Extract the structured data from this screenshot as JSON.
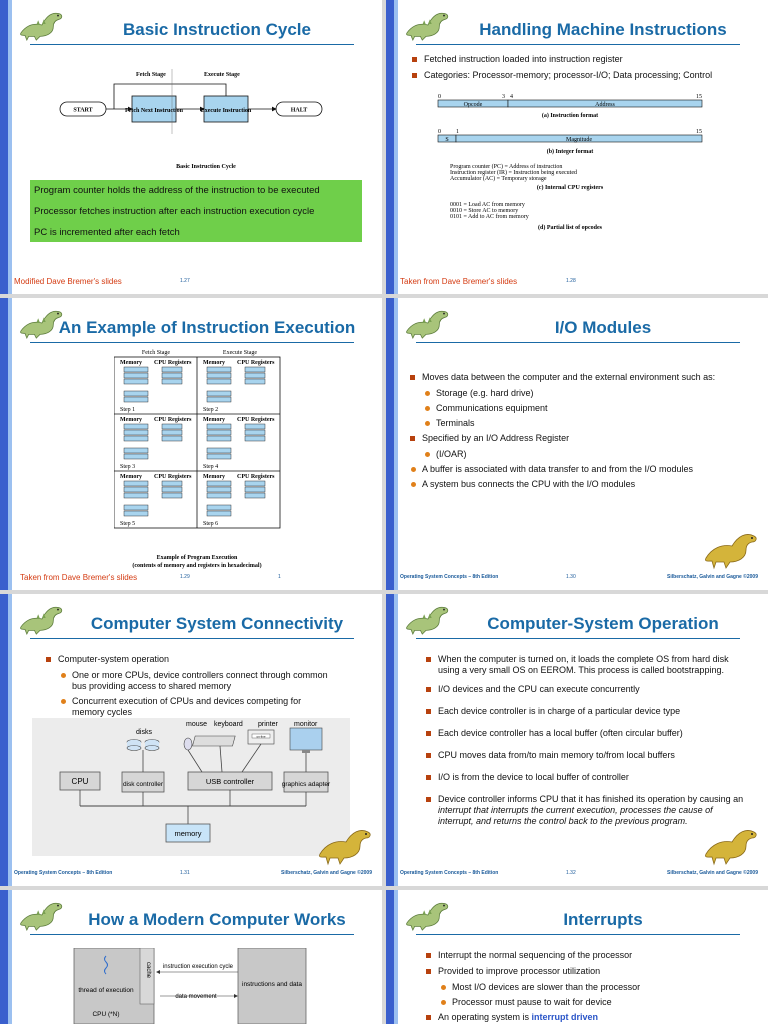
{
  "slides": {
    "s127": {
      "title": "Basic Instruction Cycle",
      "diagram": {
        "fetch_stage": "Fetch Stage",
        "execute_stage": "Execute Stage",
        "start": "START",
        "fetch_box": "Fetch Next Instruction",
        "execute_box": "Execute Instruction",
        "halt": "HALT",
        "caption": "Basic Instruction Cycle"
      },
      "points": [
        "Program counter holds the address of the instruction to be executed",
        "Processor fetches instruction after each instruction execution cycle",
        "PC is incremented after each fetch"
      ],
      "footer_left": "Modified Dave Bremer's slides",
      "page": "1.27"
    },
    "s128": {
      "title": "Handling Machine Instructions",
      "bullets": [
        "Fetched instruction loaded into instruction register",
        "Categories: Processor-memory; processor-I/O; Data processing; Control"
      ],
      "figure": {
        "instr_bits": [
          "0",
          "3",
          "4",
          "15"
        ],
        "opcode": "Opcode",
        "address": "Address",
        "cap_a": "(a) Instruction format",
        "int_bits": [
          "0",
          "1",
          "15"
        ],
        "sign": "S",
        "magnitude": "Magnitude",
        "cap_b": "(b) Integer format",
        "regs": [
          "Program counter (PC) = Address of instruction",
          "Instruction register (IR) = Instruction being executed",
          "Accumulator (AC) = Temporary storage"
        ],
        "cap_c": "(c) Internal CPU registers",
        "opcodes": [
          "0001 = Load AC from memory",
          "0010 = Store AC to memory",
          "0101 = Add to AC from memory"
        ],
        "cap_d": "(d) Partial list of opcodes"
      },
      "footer_left": "Taken from Dave Bremer's slides",
      "page": "1.28"
    },
    "s129": {
      "title": "An Example of Instruction Execution",
      "fetch_stage": "Fetch Stage",
      "execute_stage": "Execute Stage",
      "memory": "Memory",
      "cpu_registers": "CPU Registers",
      "steps": [
        "Step 1",
        "Step 2",
        "Step 3",
        "Step 4",
        "Step 5",
        "Step 6"
      ],
      "caption": "Example of Program Execution",
      "subcaption": "(contents of memory and registers in hexadecimal)",
      "footer_left": "Taken from Dave Bremer's slides",
      "page": "1.29",
      "mark": "1"
    },
    "s130": {
      "title": "I/O Modules",
      "b1": "Moves data between the computer and the external environment such as:",
      "b1_sub": [
        "Storage (e.g. hard drive)",
        "Communications equipment",
        "Terminals"
      ],
      "b2": "Specified by an I/O Address Register",
      "b2_sub": [
        "(I/OAR)"
      ],
      "b3": "A buffer is associated with data transfer to and from the I/O modules",
      "b4": "A system bus connects the CPU with the I/O modules",
      "footer_left": "Operating System Concepts – 8th Edition",
      "page": "1.30",
      "footer_right": "Silberschatz, Galvin and Gagne ©2009"
    },
    "s131": {
      "title": "Computer System Connectivity",
      "b1": "Computer-system operation",
      "b1_sub": [
        "One or more CPUs, device controllers connect through common bus providing access to shared memory",
        "Concurrent execution of CPUs and devices competing for memory cycles"
      ],
      "diagram": {
        "mouse": "mouse",
        "keyboard": "keyboard",
        "printer": "printer",
        "monitor": "monitor",
        "disks": "disks",
        "cpu": "CPU",
        "disk_controller": "disk controller",
        "usb_controller": "USB controller",
        "graphics_adapter": "graphics adapter",
        "memory": "memory",
        "online": "on-line"
      },
      "footer_left": "Operating System Concepts – 8th Edition",
      "page": "1.31",
      "footer_right": "Silberschatz, Galvin and Gagne ©2009"
    },
    "s132": {
      "title": "Computer-System Operation",
      "bullets": [
        "When the computer is turned on, it loads the complete OS from hard disk using a very small OS on EEROM.  This process is called bootstrapping.",
        "I/O devices and the CPU can execute concurrently",
        "Each device controller is in charge of a particular device type",
        "Each device controller has a local buffer (often circular buffer)",
        "CPU moves data from/to main memory to/from local buffers",
        "I/O is from the device to local buffer of controller"
      ],
      "last_pre": "Device controller informs CPU that it has finished its operation by causing an ",
      "last_em": "interrupt that interrupts the current execution, processes the cause of interrupt, and returns the control back to the previous program.",
      "footer_left": "Operating System Concepts – 8th Edition",
      "page": "1.32",
      "footer_right": "Silberschatz, Galvin and Gagne ©2009"
    },
    "s133": {
      "title": "How a Modern Computer Works",
      "thread": "thread of execution",
      "cache": "cache",
      "cycle": "instruction execution cycle",
      "movement": "data movement",
      "instr_data": "instructions and data",
      "cpu_n": "CPU (*N)"
    },
    "s134": {
      "title": "Interrupts",
      "bullets": [
        "Interrupt the normal sequencing of the processor",
        "Provided to improve processor utilization"
      ],
      "sub": [
        "Most I/O devices are slower than the processor",
        "Processor must pause to wait for device"
      ],
      "last_pre": "An operating system is ",
      "last_hl": "interrupt driven"
    }
  }
}
